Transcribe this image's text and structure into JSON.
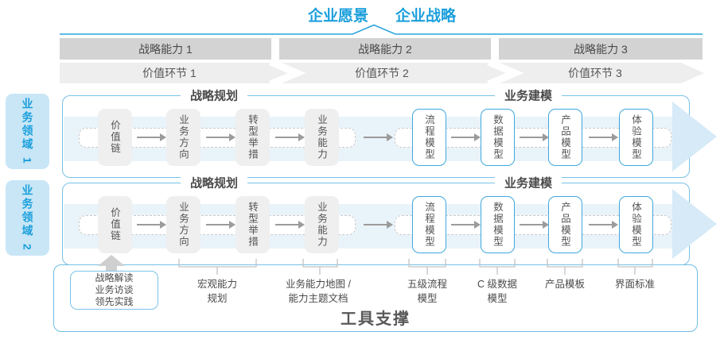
{
  "header": {
    "vision": "企业愿景",
    "strategy": "企业战略"
  },
  "capability_bars": [
    {
      "label": "战略能力 1"
    },
    {
      "label": "战略能力 2"
    },
    {
      "label": "战略能力 3"
    }
  ],
  "value_chain": [
    {
      "label": "价值环节 1"
    },
    {
      "label": "价值环节 2"
    },
    {
      "label": "价值环节 3"
    }
  ],
  "domains": [
    {
      "label": "业务领域 1",
      "sections": {
        "planning": "战略规划",
        "modeling": "业务建模"
      },
      "boxes": [
        {
          "label": "价值链",
          "style": "gray"
        },
        {
          "label": "业务方向",
          "style": "gray"
        },
        {
          "label": "转型举措",
          "style": "gray"
        },
        {
          "label": "业务能力",
          "style": "gray"
        },
        {
          "label": "流程模型",
          "style": "blue"
        },
        {
          "label": "数据模型",
          "style": "blue"
        },
        {
          "label": "产品模型",
          "style": "blue"
        },
        {
          "label": "体验模型",
          "style": "blue"
        }
      ]
    },
    {
      "label": "业务领域 2",
      "sections": {
        "planning": "战略规划",
        "modeling": "业务建模"
      },
      "boxes": [
        {
          "label": "价值链",
          "style": "gray"
        },
        {
          "label": "业务方向",
          "style": "gray"
        },
        {
          "label": "转型举措",
          "style": "gray"
        },
        {
          "label": "业务能力",
          "style": "gray"
        },
        {
          "label": "流程模型",
          "style": "blue"
        },
        {
          "label": "数据模型",
          "style": "blue"
        },
        {
          "label": "产品模型",
          "style": "blue"
        },
        {
          "label": "体验模型",
          "style": "blue"
        }
      ]
    }
  ],
  "annotations": [
    {
      "lines": [
        "战略解读",
        "业务访谈",
        "领先实践"
      ]
    },
    {
      "lines": [
        "宏观能力",
        "规划"
      ]
    },
    {
      "lines": [
        "业务能力地图 /",
        "能力主题文档"
      ]
    },
    {
      "lines": [
        "五级流程",
        "模型"
      ]
    },
    {
      "lines": [
        "C 级数据",
        "模型"
      ]
    },
    {
      "lines": [
        "产品模板"
      ]
    },
    {
      "lines": [
        "界面标准"
      ]
    }
  ],
  "footer": {
    "label": "工具支撑"
  },
  "colors": {
    "accent_blue": "#1B9FDC",
    "container_border": "#79C2E8",
    "domain_label_bg": "#C8E6F6",
    "band_fill": "#E9F3FA",
    "band_arrow": "#D6EAF7",
    "capability_bar": "#D3D3D3",
    "value_chain_band": "#EEEEEE",
    "gray_node": "#EFEFEF",
    "blue_node_border": "#3FA8DC",
    "text_dark": "#4A4A4A",
    "connector_gray": "#C4C4C4"
  }
}
